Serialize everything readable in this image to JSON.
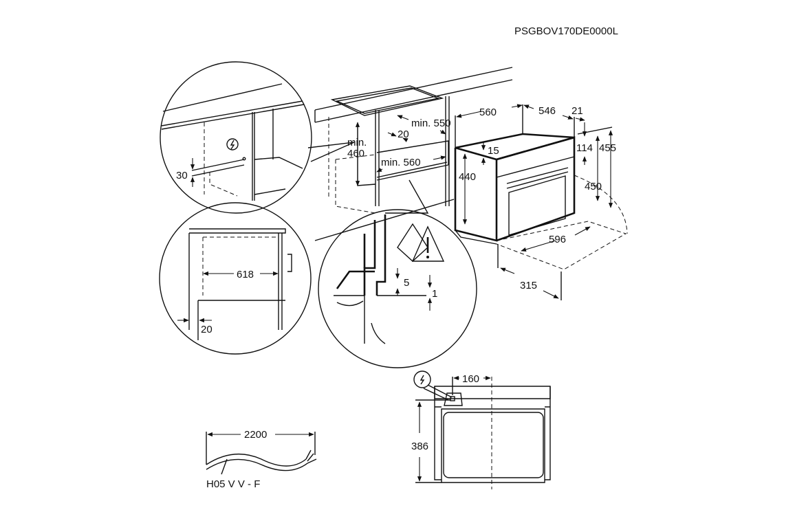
{
  "model_code": "PSGBOV170DE0000L",
  "cabinet_dims": {
    "min_height_label": "min.",
    "min_height_value": "460",
    "min_depth": "min. 550",
    "gap": "20",
    "min_width": "min. 560"
  },
  "socket_detail": {
    "offset": "30"
  },
  "cabinet_side_detail": {
    "width": "618",
    "gap": "20"
  },
  "installation_detail": {
    "gap_top": "5",
    "gap_bottom": "1"
  },
  "oven_dims": {
    "width_top": "560",
    "depth": "546",
    "front_thickness": "21",
    "top_gap": "15",
    "side_height": "440",
    "control_panel_height": "114",
    "total_height": "455",
    "door_height": "450",
    "front_width": "596",
    "door_swing": "315"
  },
  "rear_view": {
    "socket_offset": "160",
    "socket_height": "386"
  },
  "cable": {
    "length": "2200",
    "type": "H05 V V - F"
  }
}
